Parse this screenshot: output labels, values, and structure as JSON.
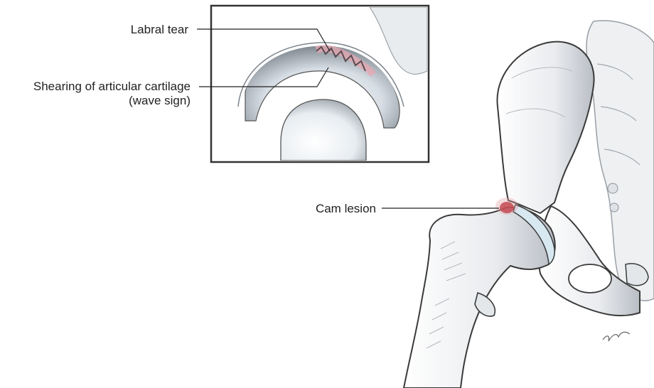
{
  "labels": {
    "labral_tear": "Labral tear",
    "shearing_line1": "Shearing of articular cartilage",
    "shearing_line2": "(wave sign)",
    "cam_lesion": "Cam lesion"
  },
  "colors": {
    "bone_shade": "#cfd3d8",
    "bone_outline": "#3a3a3a",
    "cartilage": "#cfe3ee",
    "lesion_red": "#b01e2a",
    "inset_border": "#333333"
  }
}
